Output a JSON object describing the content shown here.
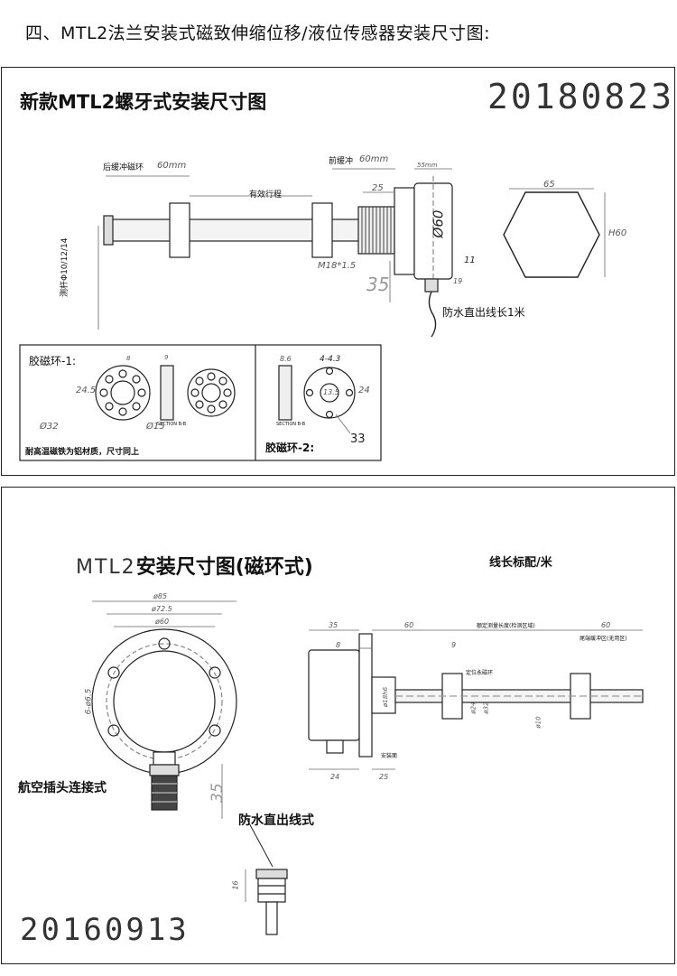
{
  "header": {
    "title": "四、MTL2法兰安装式磁致伸缩位移/液位传感器安装尺寸图:"
  },
  "top_panel": {
    "title": "新款MTL2螺牙式安装尺寸图",
    "date": "20180823",
    "labels": {
      "rear_buffer": "后缓冲磁环",
      "rear_buffer_dim": "60mm",
      "front_buffer": "前缓冲",
      "front_buffer_dim": "60mm",
      "effective_stroke": "有效行程",
      "rod": "测杆Φ10/12/14",
      "dim_25": "25",
      "dim_35": "35",
      "dim_55": "55mm",
      "dim_d60": "Ø60",
      "dim_11": "11",
      "dim_m18": "M18*1.5",
      "dim_19": "19",
      "waterproof_cable": "防水直出线长1米",
      "hex_65": "65",
      "hex_h60": "H60"
    },
    "ring1": {
      "title": "胶磁环-1:",
      "dim_245": "24.5",
      "dim_8": "8",
      "dim_9": "9",
      "dim_d32": "Ø32",
      "dim_d15": "Ø15",
      "section": "SECTION B-B",
      "note": "耐高温磁铁为铝材质，尺寸同上"
    },
    "ring2": {
      "title": "胶磁环-2:",
      "dim_86": "8.6",
      "dim_443": "4-4.3",
      "dim_135": "13.5",
      "dim_24": "24",
      "dim_33": "33",
      "section": "SECTION B-B"
    }
  },
  "bottom_panel": {
    "title_prefix": "MTL2",
    "title_suffix": "安装尺寸图(磁环式)",
    "cable_length": "线长标配/米",
    "date": "20160913",
    "left": {
      "dim_85": "ø85",
      "dim_725": "ø72.5",
      "dim_60": "ø60",
      "dim_holes": "6-ø6.5",
      "dim_35": "35",
      "aviation_plug": "航空插头连接式",
      "waterproof_cable": "防水直出线式",
      "dim_16": "16"
    },
    "right": {
      "dim_35": "35",
      "dim_60a": "60",
      "dim_60b": "60",
      "dim_8": "8",
      "dim_9": "9",
      "dim_24": "24",
      "dim_25": "25",
      "d186": "ø18h6",
      "d24": "ø24",
      "d32": "ø32",
      "d10": "ø10",
      "measure_range": "额定测量长度(检测区域)",
      "end_dead": "尾端缓冲区(无用区)",
      "magnet_ring": "定位永磁环",
      "mount_face": "安装面"
    }
  }
}
